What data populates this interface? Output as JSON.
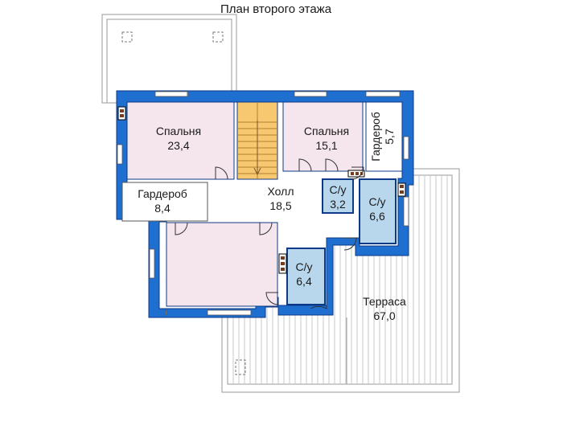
{
  "title": "План второго этажа",
  "colors": {
    "wall": "#1f6fd0",
    "wall_edge": "#0d3a86",
    "bedroom": "#f4e6ec",
    "bathroom": "#b8d6ec",
    "stairs": "#f7c870",
    "floor": "#ffffff",
    "line": "#9a9a9a"
  },
  "rooms": [
    {
      "id": "bedroom-1",
      "name": "Спальня",
      "area": "23,4"
    },
    {
      "id": "bedroom-2",
      "name": "Спальня",
      "area": "15,1"
    },
    {
      "id": "wardrobe-1",
      "name": "Гардероб",
      "area": "5,7"
    },
    {
      "id": "wardrobe-2",
      "name": "Гардероб",
      "area": "8,4"
    },
    {
      "id": "hall",
      "name": "Холл",
      "area": "18,5"
    },
    {
      "id": "bath-1",
      "name": "С/у",
      "area": "3,2"
    },
    {
      "id": "bath-2",
      "name": "С/у",
      "area": "6,6"
    },
    {
      "id": "bath-3",
      "name": "С/у",
      "area": "6,4"
    },
    {
      "id": "terrace",
      "name": "Терраса",
      "area": "67,0"
    }
  ]
}
